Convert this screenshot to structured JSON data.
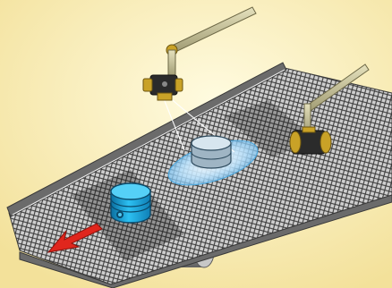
{
  "scene": {
    "subject": "conveyor-inspection-illustration",
    "elements": [
      "background",
      "conveyor-belt",
      "conveyor-rollers",
      "piston-part-on-belt",
      "piston-part-under-inspection",
      "sensor-arm",
      "overhead-sensor",
      "side-sensor-arm",
      "side-sensor",
      "scan-disc",
      "direction-arrow"
    ]
  },
  "colors": {
    "background_center": "#fffbe0",
    "background_edge": "#f7e9a8",
    "belt_mesh": "#3a3a3a",
    "belt_rail": "#6b6b6b",
    "piston_blue": "#1fa8e0",
    "sensor_dark": "#2b2b2b",
    "sensor_gold": "#c9a227",
    "arm_tan": "#c8c39a",
    "scan_light": "#b9e3ff",
    "arrow_red": "#e0261d",
    "roller_gray": "#9b9b9b"
  }
}
